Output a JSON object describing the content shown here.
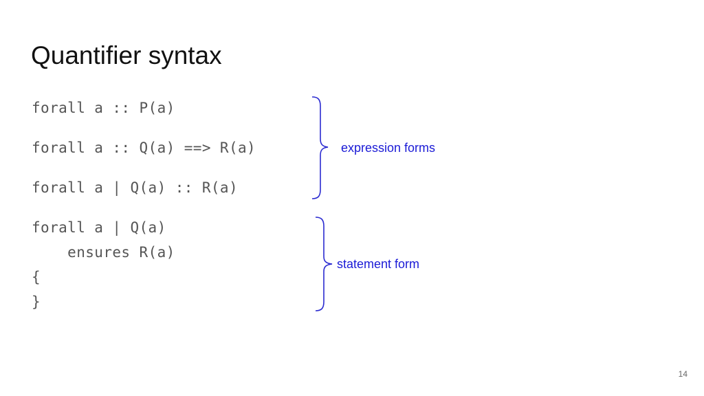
{
  "slide": {
    "title": "Quantifier syntax",
    "page_number": "14"
  },
  "code": {
    "expression_forms": [
      "forall a :: P(a)",
      "forall a :: Q(a) ==> R(a)",
      "forall a | Q(a) :: R(a)"
    ],
    "statement_form": [
      "forall a | Q(a)",
      "    ensures R(a)",
      "{",
      "}"
    ]
  },
  "annotations": {
    "expression_label": "expression forms",
    "statement_label": "statement form",
    "color": "#1a1ad6"
  }
}
